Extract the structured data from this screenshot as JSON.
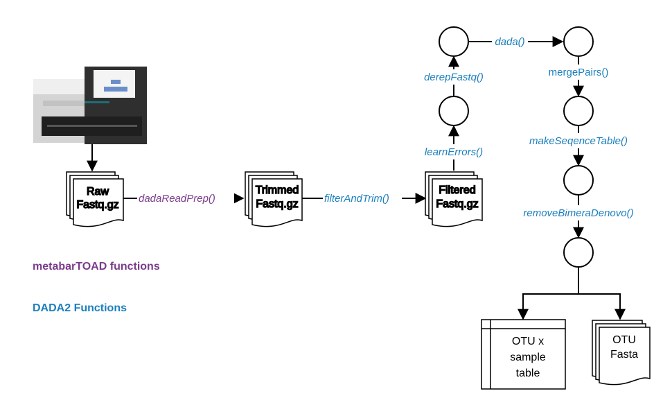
{
  "colors": {
    "metabar": "#7b3b8c",
    "dada2": "#1b7fbd",
    "stroke": "#000000"
  },
  "files": {
    "raw": [
      "Raw",
      "Fastq.gz"
    ],
    "trimmed": [
      "Trimmed",
      "Fastq.gz"
    ],
    "filtered": [
      "Filtered",
      "Fastq.gz"
    ],
    "otu_fasta": [
      "OTU",
      "Fasta"
    ]
  },
  "table": {
    "lines": [
      "OTU x",
      "sample",
      "table"
    ]
  },
  "functions": {
    "dadaReadPrep": "dadaReadPrep()",
    "filterAndTrim": "filterAndTrim()",
    "learnErrors": "learnErrors()",
    "derepFastq": "derepFastq()",
    "dada": "dada()",
    "mergePairs": "mergePairs()",
    "makeSeqenceTable": "makeSeqenceTable()",
    "removeBimeraDenovo": "removeBimeraDenovo()"
  },
  "legend": {
    "metabar": "metabarTOAD functions",
    "dada2": "DADA2 Functions"
  },
  "sequencer": {
    "icon": "sequencer-icon"
  }
}
